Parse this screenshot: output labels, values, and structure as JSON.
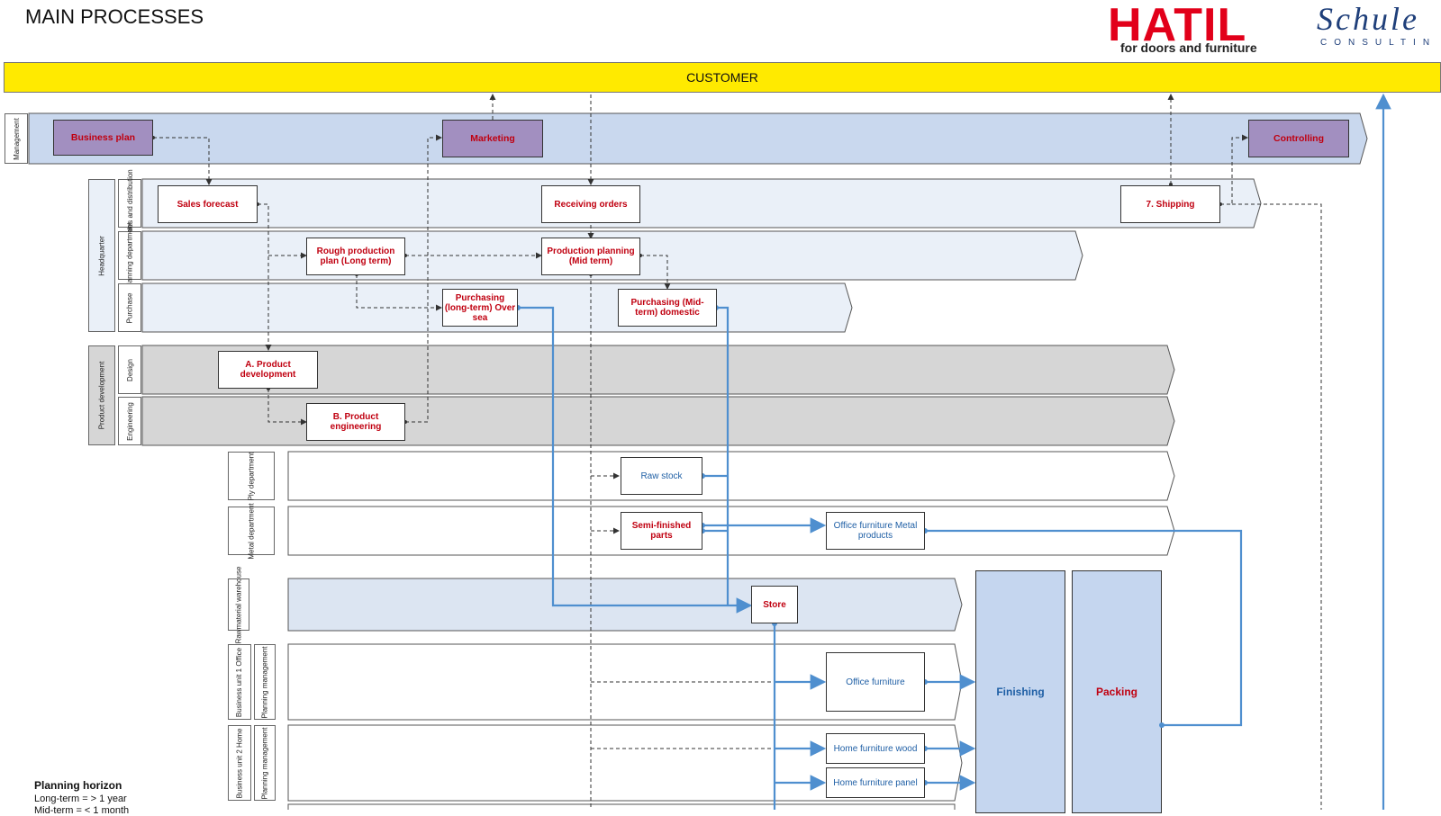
{
  "header": {
    "title": "MAIN PROCESSES",
    "logo_main": "HATIL",
    "logo_tagline": "for doors and furniture",
    "logo_secondary": "Schule",
    "logo_secondary_sub": "CONSULTIN"
  },
  "customer_bar": "CUSTOMER",
  "lanes": {
    "management": "Management",
    "headquarter": "Headquarter",
    "sales": "Sales and distribution",
    "planning": "Planning department",
    "purchase": "Purchase",
    "product_development": "Product development",
    "design": "Design",
    "engineering": "Engineering",
    "ply": "Ply department",
    "metal": "Metal department",
    "raw_warehouse": "Rawmaterial warehouse",
    "bu1": "Business unit 1 Office",
    "bu1_pm": "Planning management",
    "bu2": "Business unit 2 Home",
    "bu2_pm": "Planning management"
  },
  "boxes": {
    "business_plan": "Business plan",
    "marketing": "Marketing",
    "controlling": "Controlling",
    "sales_forecast": "Sales forecast",
    "receiving_orders": "Receiving orders",
    "shipping": "7. Shipping",
    "rough_plan": "Rough production plan (Long term)",
    "production_planning": "Production planning (Mid term)",
    "purchasing_long": "Purchasing (long-term) Over sea",
    "purchasing_mid": "Purchasing (Mid-term) domestic",
    "product_dev": "A. Product development",
    "product_eng": "B. Product engineering",
    "raw_stock": "Raw stock",
    "semi_finished": "Semi-finished parts",
    "office_metal": "Office furniture Metal products",
    "store": "Store",
    "office_furniture": "Office furniture",
    "home_wood": "Home furniture wood",
    "home_panel": "Home furniture panel",
    "finishing": "Finishing",
    "packing": "Packing"
  },
  "legend": {
    "title": "Planning horizon",
    "long_term": "Long-term = > 1 year",
    "mid_term": "Mid-term = < 1 month"
  },
  "colors": {
    "customer": "#ffea00",
    "management_lane": "#c9d8ee",
    "hq_lane": "#e7edf6",
    "product_lane": "#d6d6d6",
    "purple_box": "#a28fc0",
    "flow_blue": "#4f8fcf",
    "text_red": "#c00010"
  }
}
